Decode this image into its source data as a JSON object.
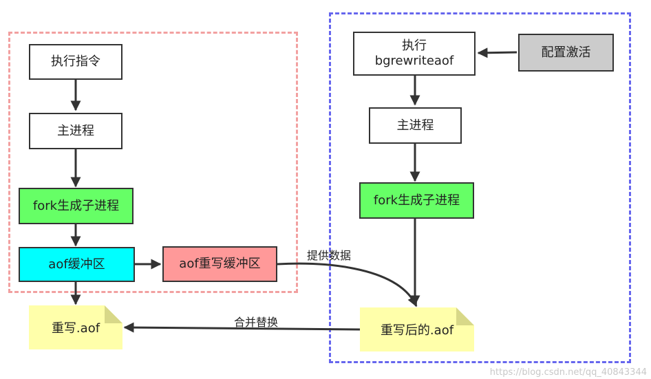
{
  "nodes": {
    "exec_cmd": "执行指令",
    "main_left": "主进程",
    "fork_left": "fork生成子进程",
    "aof_buffer": "aof缓冲区",
    "rewrite_buffer": "aof重写缓冲区",
    "rewrite_aof": "重写.aof",
    "exec_bgrewrite": "执行\nbgrewriteaof",
    "config_activate": "配置激活",
    "main_right": "主进程",
    "fork_right": "fork生成子进程",
    "rewritten_aof": "重写后的.aof"
  },
  "edge_labels": {
    "provide_data": "提供数据",
    "merge_replace": "合并替换"
  },
  "watermark": "https://blog.csdn.net/qq_40843344",
  "colors": {
    "left_region_border": "#f2a0a0",
    "right_region_border": "#6666ee",
    "fork_fill": "#66ff66",
    "aof_buffer_fill": "#00ffff",
    "rewrite_buffer_fill": "#ff9999",
    "config_fill": "#cccccc",
    "note_fill": "#ffffaa"
  }
}
